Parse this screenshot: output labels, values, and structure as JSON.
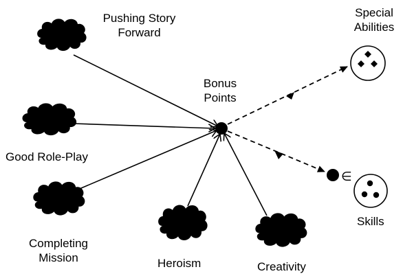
{
  "diagram": {
    "hub": {
      "label": "Bonus Points"
    },
    "sources": [
      {
        "id": "story",
        "label": "Pushing Story Forward"
      },
      {
        "id": "roleplay",
        "label": "Good Role-Play"
      },
      {
        "id": "mission",
        "label": "Completing Mission"
      },
      {
        "id": "heroism",
        "label": "Heroism"
      },
      {
        "id": "creativity",
        "label": "Creativity"
      }
    ],
    "targets": [
      {
        "id": "abilities",
        "label": "Special Abilities"
      },
      {
        "id": "skills",
        "label": "Skills"
      }
    ],
    "membership_symbol": "∈"
  }
}
